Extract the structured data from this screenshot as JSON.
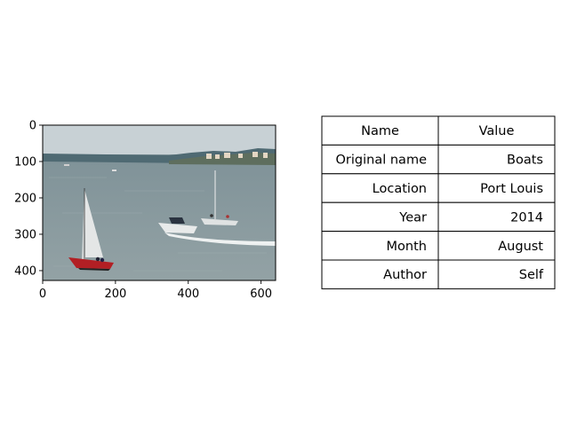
{
  "colors": {
    "sea": "#8a9aa0",
    "sky": "#c9d2d6",
    "shore": "#4f6a73",
    "hull_red": "#b21f24"
  },
  "chart_data": {
    "type": "table",
    "image": {
      "subject": "boats-photo",
      "width": 640,
      "height": 427,
      "x_ticks": [
        "0",
        "200",
        "400",
        "600"
      ],
      "y_ticks": [
        "0",
        "100",
        "200",
        "300",
        "400"
      ],
      "xlim": [
        0,
        640
      ],
      "ylim": [
        427,
        0
      ]
    },
    "table": {
      "header": [
        "Name",
        "Value"
      ],
      "rows": [
        [
          "Original name",
          "Boats"
        ],
        [
          "Location",
          "Port Louis"
        ],
        [
          "Year",
          "2014"
        ],
        [
          "Month",
          "August"
        ],
        [
          "Author",
          "Self"
        ]
      ]
    }
  }
}
